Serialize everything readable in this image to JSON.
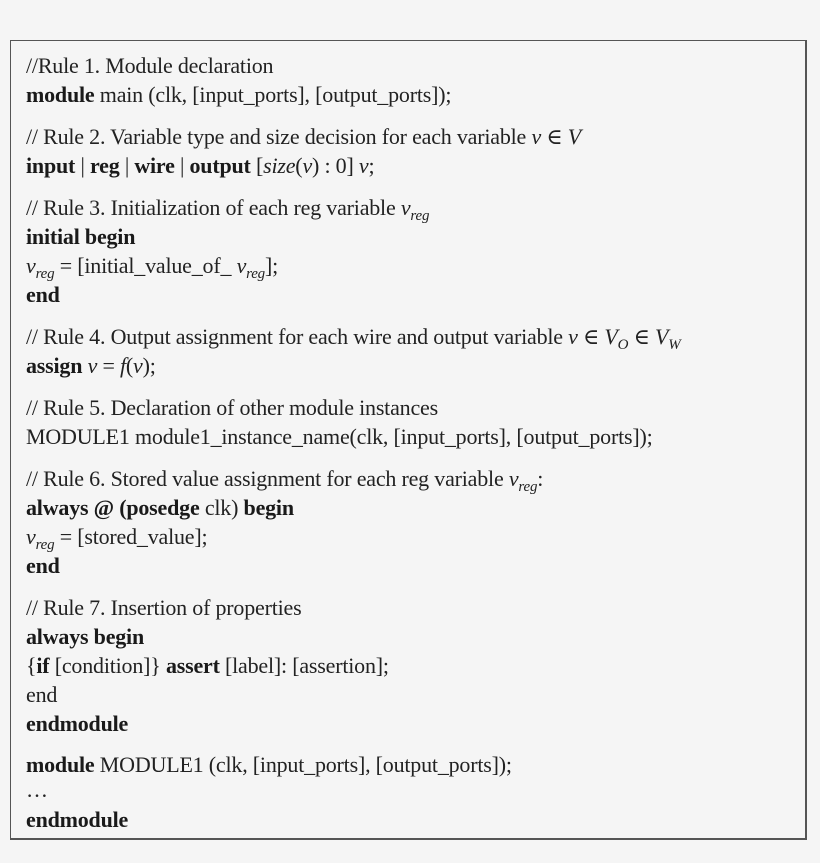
{
  "rules": [
    {
      "comment": "//Rule 1. Module declaration",
      "lines": [
        "module main (clk, [input_ports], [output_ports]);"
      ]
    },
    {
      "comment": "// Rule 2. Variable type and size decision for each variable v ∈ V",
      "lines": [
        "input | reg | wire | output [size(v) : 0] v;"
      ]
    },
    {
      "comment": "// Rule 3. Initialization of each reg variable v_reg",
      "lines": [
        "initial begin",
        "v_reg = [initial_value_of_ v_reg];",
        "end"
      ]
    },
    {
      "comment": "// Rule 4. Output assignment for each wire and output variable v ∈ V_O ∈ V_W",
      "lines": [
        "assign v = f(v);"
      ]
    },
    {
      "comment": "// Rule 5. Declaration of other module instances",
      "lines": [
        "MODULE1 module1_instance_name(clk, [input_ports], [output_ports]);"
      ]
    },
    {
      "comment": "// Rule 6. Stored value assignment for each reg variable v_reg:",
      "lines": [
        "always @ (posedge clk) begin",
        "v_reg = [stored_value];",
        "end"
      ]
    },
    {
      "comment": "// Rule 7. Insertion of properties",
      "lines": [
        "always begin",
        "{if [condition]} assert [label]: [assertion];",
        "end",
        "endmodule"
      ]
    },
    {
      "comment": "",
      "lines": [
        "module MODULE1 (clk, [input_ports], [output_ports]);",
        "…",
        "endmodule"
      ]
    }
  ],
  "t": {
    "r1c": "//Rule 1. Module declaration",
    "r1a_kw": "module",
    "r1a_rest": " main (clk, [input_ports], [output_ports]);",
    "r2c": "// Rule 2. Variable type and size decision for each variable ",
    "r2c_v": "v",
    "r2c_in": " ∈ ",
    "r2c_V": "V",
    "r2_input": "input",
    "r2_sep": " | ",
    "r2_reg": "reg",
    "r2_wire": "wire",
    "r2_output": "output",
    "r2_open": " [",
    "r2_size": "size",
    "r2_mid": "(",
    "r2_v": "v",
    "r2_close": ") : 0] ",
    "r2_v2": "v",
    "r2_semi": ";",
    "r3c": "// Rule 3. Initialization of each reg variable ",
    "v": "v",
    "reg": "reg",
    "r3_init": "initial begin",
    "r3_eq": " = [initial_value_of_ ",
    "r3_end_br": "];",
    "end_b": "end",
    "r4c": "// Rule 4. Output assignment for each wire and output variable ",
    "r4c_in": " ∈ ",
    "V": "V",
    "O": "O",
    "W": "W",
    "r4_assign": "assign",
    "r4_eq": " = ",
    "r4_f": "f",
    "r4_paren_open": "(",
    "r4_paren_close": ");",
    "r5c": "// Rule 5. Declaration of other module instances",
    "r5a": "MODULE1 module1_instance_name(clk, [input_ports], [output_ports]);",
    "r6c": "// Rule 6. Stored value assignment for each reg variable ",
    "colon": ":",
    "r6_always": "always @ (posedge",
    "r6_clk": " clk) ",
    "r6_begin": "begin",
    "r6_eq": " = [stored_value];",
    "r7c": "// Rule 7. Insertion of properties",
    "r7_always": "always begin",
    "r7_brace": "{",
    "r7_if": "if",
    "r7_cond": " [condition]} ",
    "r7_assert": "assert",
    "r7_rest": " [label]: [assertion];",
    "r7_end": "end",
    "endmodule": "endmodule",
    "r8_module": "module",
    "r8_rest": " MODULE1 (clk, [input_ports], [output_ports]);",
    "ellipsis": "…"
  }
}
